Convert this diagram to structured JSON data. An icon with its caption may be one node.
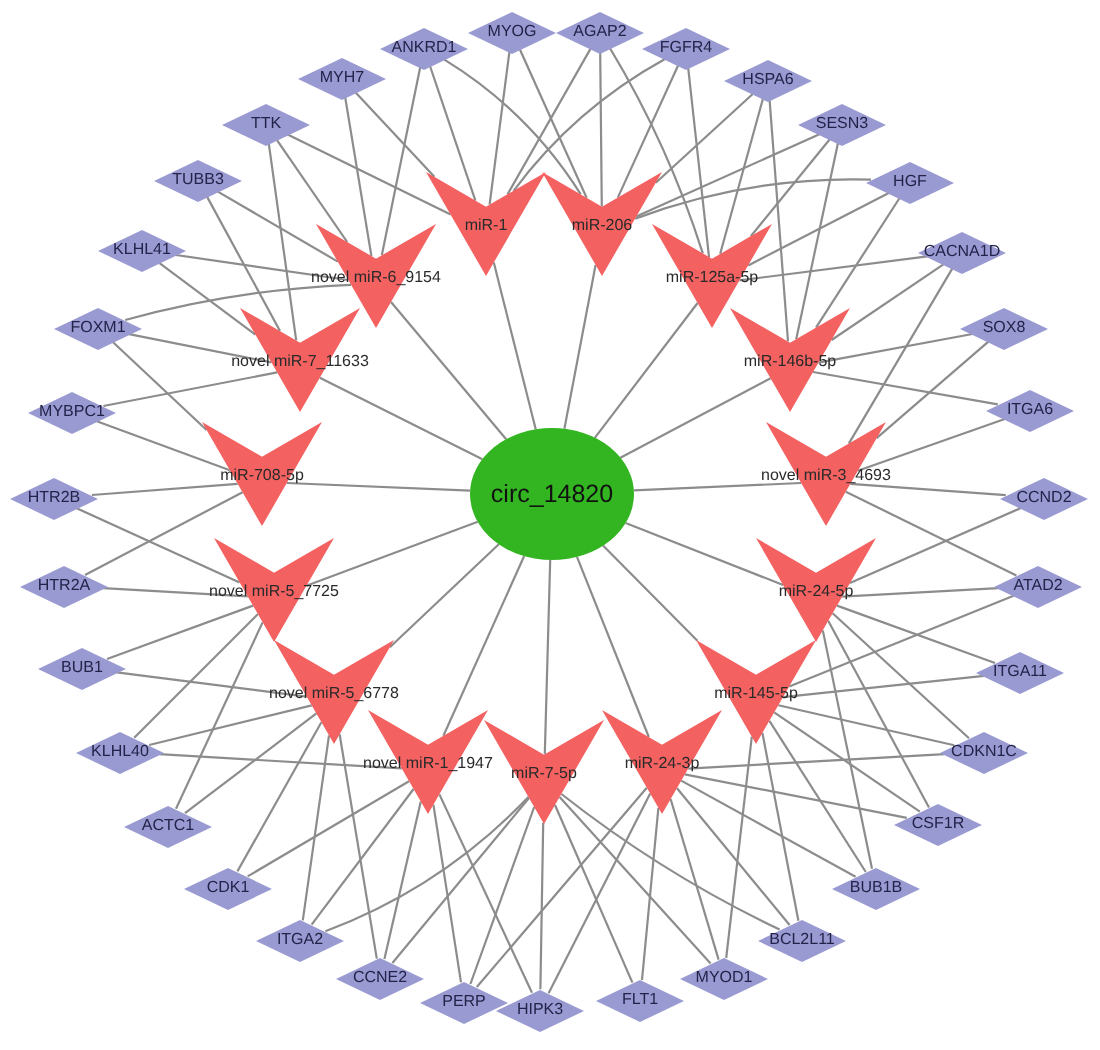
{
  "diagram": {
    "nodes": [
      {
        "text": [
          "circ_14820"
        ]
      },
      {
        "text": [
          "miR-1"
        ]
      },
      {
        "text": [
          "miR-206"
        ]
      },
      {
        "text": [
          "novel miR-6_9154"
        ]
      },
      {
        "text": [
          "miR-125a-5p"
        ]
      },
      {
        "text": [
          "novel miR-7_11633"
        ]
      },
      {
        "text": [
          "miR-146b-5p"
        ]
      },
      {
        "text": [
          "miR-708-5p"
        ]
      },
      {
        "text": [
          "novel miR-3_4693"
        ]
      },
      {
        "text": [
          "novel miR-5_7725"
        ]
      },
      {
        "text": [
          "miR-24-5p"
        ]
      },
      {
        "text": [
          "novel miR-5_6778"
        ]
      },
      {
        "text": [
          "miR-145-5p"
        ]
      },
      {
        "text": [
          "novel miR-1_1947"
        ]
      },
      {
        "text": [
          "miR-7-5p"
        ]
      },
      {
        "text": [
          "miR-24-3p"
        ]
      },
      {
        "text": [
          "MYOG"
        ]
      },
      {
        "text": [
          "AGAP2"
        ]
      },
      {
        "text": [
          "ANKRD1"
        ]
      },
      {
        "text": [
          "FGFR4"
        ]
      },
      {
        "text": [
          "MYH7"
        ]
      },
      {
        "text": [
          "HSPA6"
        ]
      },
      {
        "text": [
          "TTK"
        ]
      },
      {
        "text": [
          "SESN3"
        ]
      },
      {
        "text": [
          "TUBB3"
        ]
      },
      {
        "text": [
          "HGF"
        ]
      },
      {
        "text": [
          "KLHL41"
        ]
      },
      {
        "text": [
          "CACNA1D"
        ]
      },
      {
        "text": [
          "FOXM1"
        ]
      },
      {
        "text": [
          "SOX8"
        ]
      },
      {
        "text": [
          "MYBPC1"
        ]
      },
      {
        "text": [
          "ITGA6"
        ]
      },
      {
        "text": [
          "HTR2B"
        ]
      },
      {
        "text": [
          "CCND2"
        ]
      },
      {
        "text": [
          "HTR2A"
        ]
      },
      {
        "text": [
          "ATAD2"
        ]
      },
      {
        "text": [
          "BUB1"
        ]
      },
      {
        "text": [
          "ITGA11"
        ]
      },
      {
        "text": [
          "KLHL40"
        ]
      },
      {
        "text": [
          "CDKN1C"
        ]
      },
      {
        "text": [
          "ACTC1"
        ]
      },
      {
        "text": [
          "CSF1R"
        ]
      },
      {
        "text": [
          "CDK1"
        ]
      },
      {
        "text": [
          "BUB1B"
        ]
      },
      {
        "text": [
          "ITGA2"
        ]
      },
      {
        "text": [
          "BCL2L11"
        ]
      },
      {
        "text": [
          "CCNE2"
        ]
      },
      {
        "text": [
          "MYOD1"
        ]
      },
      {
        "text": [
          "PERP"
        ]
      },
      {
        "text": [
          "HIPK3"
        ]
      },
      {
        "text": [
          "FLT1"
        ]
      }
    ],
    "edges": [
      {
        "from": 0,
        "to": 1,
        "arrow": "none"
      },
      {
        "from": 0,
        "to": 2,
        "arrow": "none"
      },
      {
        "from": 0,
        "to": 3,
        "arrow": "none"
      },
      {
        "from": 0,
        "to": 4,
        "arrow": "none"
      },
      {
        "from": 0,
        "to": 5,
        "arrow": "none"
      },
      {
        "from": 0,
        "to": 6,
        "arrow": "none"
      },
      {
        "from": 0,
        "to": 7,
        "arrow": "none"
      },
      {
        "from": 0,
        "to": 8,
        "arrow": "none"
      },
      {
        "from": 0,
        "to": 9,
        "arrow": "none"
      },
      {
        "from": 0,
        "to": 10,
        "arrow": "none"
      },
      {
        "from": 0,
        "to": 11,
        "arrow": "none"
      },
      {
        "from": 0,
        "to": 12,
        "arrow": "none"
      },
      {
        "from": 0,
        "to": 13,
        "arrow": "none"
      },
      {
        "from": 0,
        "to": 14,
        "arrow": "none"
      },
      {
        "from": 0,
        "to": 15,
        "arrow": "none"
      },
      {
        "from": 1,
        "to": 16,
        "arrow": "none"
      },
      {
        "from": 1,
        "to": 17,
        "arrow": "none"
      },
      {
        "from": 1,
        "to": 18,
        "arrow": "none"
      },
      {
        "from": 1,
        "to": 20,
        "arrow": "none"
      },
      {
        "from": 1,
        "to": 22,
        "arrow": "none"
      },
      {
        "from": 1,
        "to": 19,
        "arrow": "none"
      },
      {
        "from": 2,
        "to": 16,
        "arrow": "none"
      },
      {
        "from": 2,
        "to": 17,
        "arrow": "none"
      },
      {
        "from": 2,
        "to": 19,
        "arrow": "none"
      },
      {
        "from": 2,
        "to": 21,
        "arrow": "none"
      },
      {
        "from": 2,
        "to": 23,
        "arrow": "none"
      },
      {
        "from": 2,
        "to": 18,
        "arrow": "none"
      },
      {
        "from": 2,
        "to": 25,
        "arrow": "none"
      },
      {
        "from": 3,
        "to": 18,
        "arrow": "none"
      },
      {
        "from": 3,
        "to": 20,
        "arrow": "none"
      },
      {
        "from": 3,
        "to": 22,
        "arrow": "none"
      },
      {
        "from": 3,
        "to": 24,
        "arrow": "none"
      },
      {
        "from": 3,
        "to": 26,
        "arrow": "none"
      },
      {
        "from": 3,
        "to": 28,
        "arrow": "none"
      },
      {
        "from": 4,
        "to": 19,
        "arrow": "none"
      },
      {
        "from": 4,
        "to": 21,
        "arrow": "none"
      },
      {
        "from": 4,
        "to": 23,
        "arrow": "none"
      },
      {
        "from": 4,
        "to": 25,
        "arrow": "none"
      },
      {
        "from": 4,
        "to": 27,
        "arrow": "none"
      },
      {
        "from": 4,
        "to": 17,
        "arrow": "none"
      },
      {
        "from": 5,
        "to": 22,
        "arrow": "none"
      },
      {
        "from": 5,
        "to": 24,
        "arrow": "none"
      },
      {
        "from": 5,
        "to": 26,
        "arrow": "none"
      },
      {
        "from": 5,
        "to": 28,
        "arrow": "none"
      },
      {
        "from": 5,
        "to": 30,
        "arrow": "none"
      },
      {
        "from": 6,
        "to": 21,
        "arrow": "none"
      },
      {
        "from": 6,
        "to": 23,
        "arrow": "none"
      },
      {
        "from": 6,
        "to": 25,
        "arrow": "none"
      },
      {
        "from": 6,
        "to": 27,
        "arrow": "none"
      },
      {
        "from": 6,
        "to": 29,
        "arrow": "none"
      },
      {
        "from": 6,
        "to": 31,
        "arrow": "none"
      },
      {
        "from": 7,
        "to": 28,
        "arrow": "none"
      },
      {
        "from": 7,
        "to": 30,
        "arrow": "none"
      },
      {
        "from": 7,
        "to": 32,
        "arrow": "none"
      },
      {
        "from": 7,
        "to": 34,
        "arrow": "none"
      },
      {
        "from": 8,
        "to": 27,
        "arrow": "none"
      },
      {
        "from": 8,
        "to": 29,
        "arrow": "none"
      },
      {
        "from": 8,
        "to": 31,
        "arrow": "none"
      },
      {
        "from": 8,
        "to": 33,
        "arrow": "none"
      },
      {
        "from": 8,
        "to": 35,
        "arrow": "none"
      },
      {
        "from": 9,
        "to": 32,
        "arrow": "none"
      },
      {
        "from": 9,
        "to": 34,
        "arrow": "none"
      },
      {
        "from": 9,
        "to": 36,
        "arrow": "none"
      },
      {
        "from": 9,
        "to": 38,
        "arrow": "none"
      },
      {
        "from": 9,
        "to": 40,
        "arrow": "none"
      },
      {
        "from": 10,
        "to": 33,
        "arrow": "none"
      },
      {
        "from": 10,
        "to": 35,
        "arrow": "none"
      },
      {
        "from": 10,
        "to": 37,
        "arrow": "none"
      },
      {
        "from": 10,
        "to": 39,
        "arrow": "none"
      },
      {
        "from": 10,
        "to": 41,
        "arrow": "none"
      },
      {
        "from": 10,
        "to": 43,
        "arrow": "none"
      },
      {
        "from": 11,
        "to": 36,
        "arrow": "none"
      },
      {
        "from": 11,
        "to": 38,
        "arrow": "none"
      },
      {
        "from": 11,
        "to": 40,
        "arrow": "none"
      },
      {
        "from": 11,
        "to": 42,
        "arrow": "none"
      },
      {
        "from": 11,
        "to": 44,
        "arrow": "none"
      },
      {
        "from": 11,
        "to": 46,
        "arrow": "none"
      },
      {
        "from": 12,
        "to": 35,
        "arrow": "none"
      },
      {
        "from": 12,
        "to": 37,
        "arrow": "none"
      },
      {
        "from": 12,
        "to": 39,
        "arrow": "none"
      },
      {
        "from": 12,
        "to": 41,
        "arrow": "none"
      },
      {
        "from": 12,
        "to": 43,
        "arrow": "none"
      },
      {
        "from": 12,
        "to": 45,
        "arrow": "none"
      },
      {
        "from": 12,
        "to": 47,
        "arrow": "none"
      },
      {
        "from": 13,
        "to": 38,
        "arrow": "none"
      },
      {
        "from": 13,
        "to": 42,
        "arrow": "none"
      },
      {
        "from": 13,
        "to": 44,
        "arrow": "none"
      },
      {
        "from": 13,
        "to": 46,
        "arrow": "none"
      },
      {
        "from": 13,
        "to": 48,
        "arrow": "none"
      },
      {
        "from": 13,
        "to": 49,
        "arrow": "none"
      },
      {
        "from": 14,
        "to": 46,
        "arrow": "none"
      },
      {
        "from": 14,
        "to": 47,
        "arrow": "none"
      },
      {
        "from": 14,
        "to": 48,
        "arrow": "none"
      },
      {
        "from": 14,
        "to": 49,
        "arrow": "none"
      },
      {
        "from": 14,
        "to": 50,
        "arrow": "none"
      },
      {
        "from": 14,
        "to": 45,
        "arrow": "none"
      },
      {
        "from": 14,
        "to": 44,
        "arrow": "none"
      },
      {
        "from": 15,
        "to": 39,
        "arrow": "none"
      },
      {
        "from": 15,
        "to": 41,
        "arrow": "none"
      },
      {
        "from": 15,
        "to": 43,
        "arrow": "none"
      },
      {
        "from": 15,
        "to": 45,
        "arrow": "none"
      },
      {
        "from": 15,
        "to": 47,
        "arrow": "none"
      },
      {
        "from": 15,
        "to": 48,
        "arrow": "none"
      },
      {
        "from": 15,
        "to": 49,
        "arrow": "none"
      },
      {
        "from": 15,
        "to": 50,
        "arrow": "none"
      }
    ]
  }
}
